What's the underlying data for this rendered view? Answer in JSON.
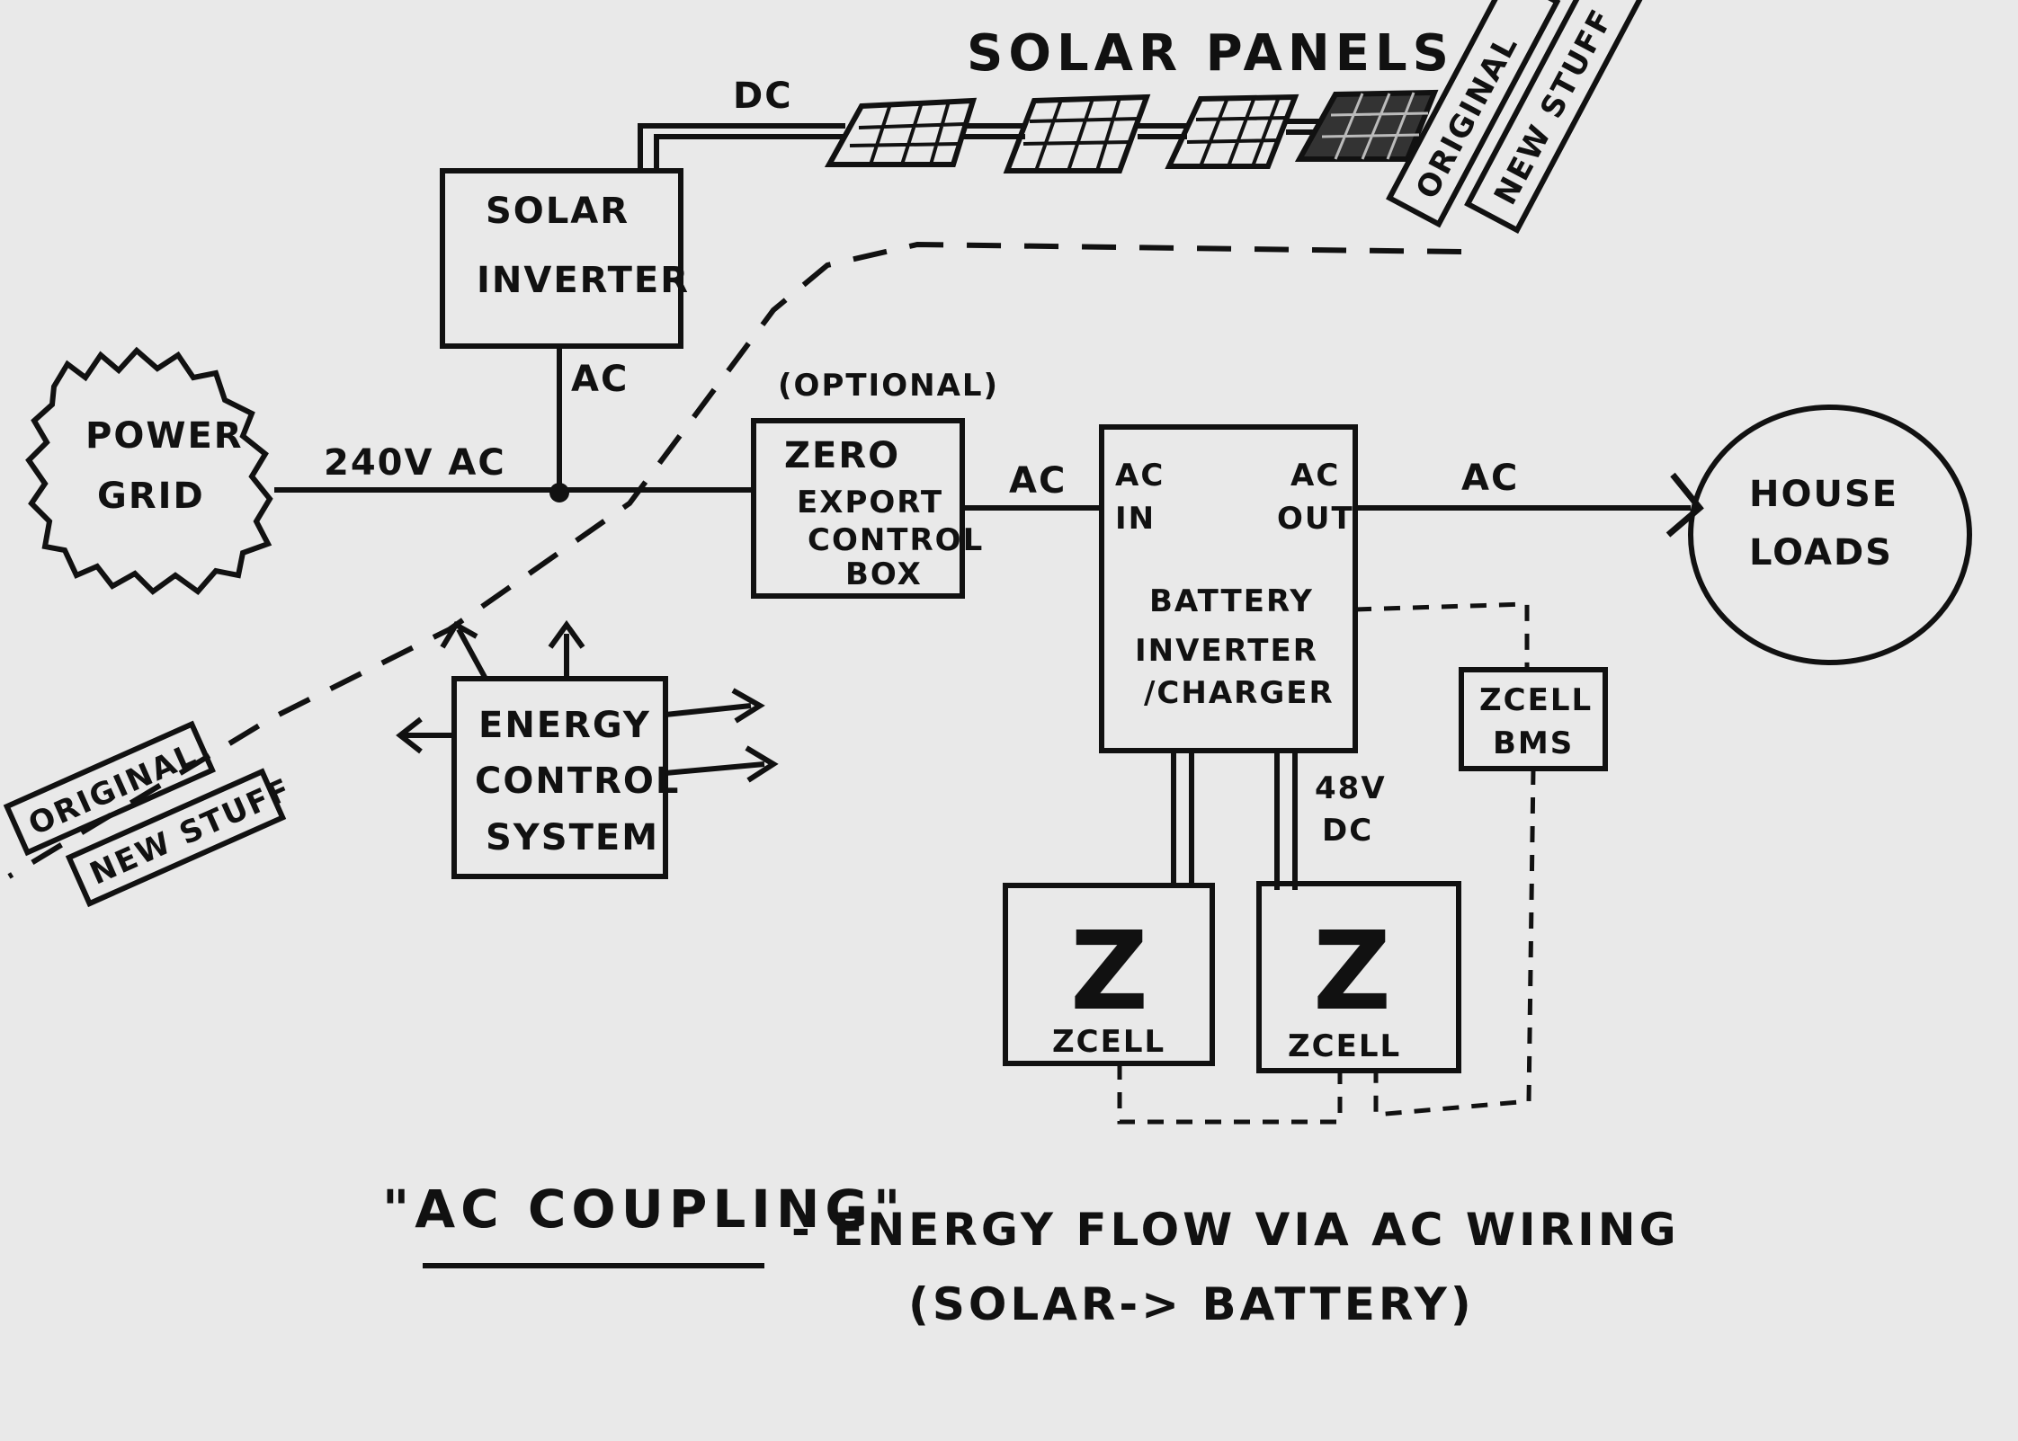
{
  "solar_panels": {
    "label": "SOLAR PANELS",
    "dc_label": "DC"
  },
  "solar_inverter": {
    "line1": "SOLAR",
    "line2": "INVERTER",
    "ac_label": "AC"
  },
  "power_grid": {
    "line1": "POWER",
    "line2": "GRID",
    "wire_label": "240V AC"
  },
  "zero_export": {
    "optional_label": "(OPTIONAL)",
    "line1": "ZERO",
    "line2": "EXPORT",
    "line3": "CONTROL",
    "line4": "BOX",
    "out_label": "AC"
  },
  "battery_inverter": {
    "ac_in_1": "AC",
    "ac_in_2": "IN",
    "ac_out_1": "AC",
    "ac_out_2": "OUT",
    "line1": "BATTERY",
    "line2": "INVERTER",
    "line3": "/CHARGER"
  },
  "house_loads": {
    "line1": "HOUSE",
    "line2": "LOADS",
    "wire_label": "AC"
  },
  "energy_control": {
    "line1": "ENERGY",
    "line2": "CONTROL",
    "line3": "SYSTEM"
  },
  "zcell_bms": {
    "line1": "ZCELL",
    "line2": "BMS"
  },
  "battery_dc": {
    "line1": "48V",
    "line2": "DC"
  },
  "zcells": [
    {
      "label": "ZCELL",
      "logo": "Z"
    },
    {
      "label": "ZCELL",
      "logo": "Z"
    }
  ],
  "legend_top": {
    "original": "ORIGINAL",
    "new_stuff": "NEW STUFF"
  },
  "legend_bottom": {
    "original": "ORIGINAL",
    "new_stuff": "NEW STUFF"
  },
  "caption": {
    "title": "\"AC COUPLING\"",
    "description": "- ENERGY FLOW VIA AC WIRING",
    "note": "(SOLAR-> BATTERY)"
  },
  "colors": {
    "ink": "#111111",
    "paper": "#e9e9e9"
  }
}
